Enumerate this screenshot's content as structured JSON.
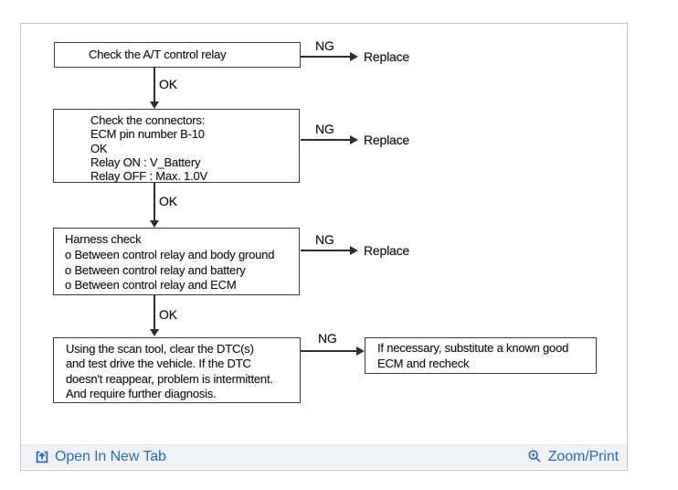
{
  "flowchart": {
    "boxes": [
      {
        "id": "step1",
        "lines": [
          "Check the A/T control relay"
        ]
      },
      {
        "id": "step2",
        "lines": [
          "Check the connectors:",
          "ECM pin number B-10",
          "OK",
          "Relay ON : V_Battery",
          "Relay OFF : Max. 1.0V"
        ]
      },
      {
        "id": "step3",
        "lines": [
          "Harness check",
          "o Between control relay and body ground",
          "o Between control relay and battery",
          "o Between control relay and ECM"
        ]
      },
      {
        "id": "step4",
        "lines": [
          "Using the scan tool, clear the DTC(s)",
          "and test drive the vehicle. If the DTC",
          "doesn't reappear, problem is intermittent.",
          "And require further diagnosis."
        ]
      },
      {
        "id": "step5",
        "lines": [
          "If necessary, substitute a known good",
          "ECM and recheck"
        ]
      }
    ],
    "labels": {
      "ok": "OK",
      "ng": "NG",
      "replace": "Replace"
    },
    "ink_color": "#2e2e2e"
  },
  "footer": {
    "open_in_new_tab": "Open In New Tab",
    "zoom_print": "Zoom/Print",
    "link_color": "#2a6cb5",
    "bar_color": "#eff1f4"
  }
}
